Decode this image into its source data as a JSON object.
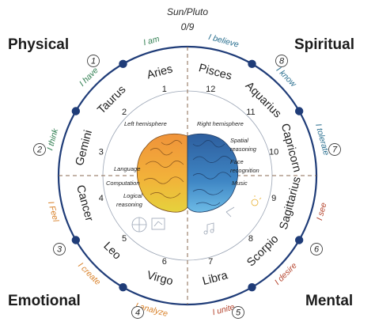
{
  "header": {
    "line1": "Sun/Pluto",
    "line2": "0/9"
  },
  "corners": {
    "top_left": "Physical",
    "top_right": "Spiritual",
    "bottom_left": "Emotional",
    "bottom_right": "Mental"
  },
  "signs": [
    {
      "name": "Aries",
      "number": "1"
    },
    {
      "name": "Taurus",
      "number": "2"
    },
    {
      "name": "Gemini",
      "number": "3"
    },
    {
      "name": "Cancer",
      "number": "4"
    },
    {
      "name": "Leo",
      "number": "5"
    },
    {
      "name": "Virgo",
      "number": "6"
    },
    {
      "name": "Libra",
      "number": "7"
    },
    {
      "name": "Scorpio",
      "number": "8"
    },
    {
      "name": "Sagittarius",
      "number": "9"
    },
    {
      "name": "Capricorn",
      "number": "10"
    },
    {
      "name": "Aquarius",
      "number": "11"
    },
    {
      "name": "Pisces",
      "number": "12"
    }
  ],
  "verbs": [
    {
      "text": "I am",
      "color": "#2e7d4f"
    },
    {
      "text": "I have",
      "color": "#2e7d4f"
    },
    {
      "text": "I think",
      "color": "#2e7d4f"
    },
    {
      "text": "I Feel",
      "color": "#d9822b"
    },
    {
      "text": "I create",
      "color": "#d9822b"
    },
    {
      "text": "I analyze",
      "color": "#d9822b"
    },
    {
      "text": "I unite",
      "color": "#b5452f"
    },
    {
      "text": "I desire",
      "color": "#b5452f"
    },
    {
      "text": "I see",
      "color": "#b5452f"
    },
    {
      "text": "I tolerate",
      "color": "#2a6f8f"
    },
    {
      "text": "I know",
      "color": "#2a6f8f"
    },
    {
      "text": "I believe",
      "color": "#2a6f8f"
    }
  ],
  "circled_numbers": [
    "1",
    "2",
    "3",
    "4",
    "5",
    "6",
    "7",
    "8"
  ],
  "hemispheres": {
    "left": "Left hemisphere",
    "right": "Right hemisphere"
  },
  "left_functions": [
    "Language",
    "Computation",
    "Logical",
    "reasoning"
  ],
  "right_functions": [
    "Spatial",
    "reasoning",
    "Face",
    "recognition",
    "Music"
  ],
  "colors": {
    "wheel": "#1f3c78",
    "node": "#1f3c78",
    "green": "#2e7d4f",
    "orange": "#d9822b",
    "red": "#b5452f",
    "blue": "#2a6f8f",
    "brain_left_top": "#f2a13a",
    "brain_left_bottom": "#e8c63a",
    "brain_right_top": "#2f6fa8",
    "brain_right_bottom": "#5aa9d9"
  }
}
